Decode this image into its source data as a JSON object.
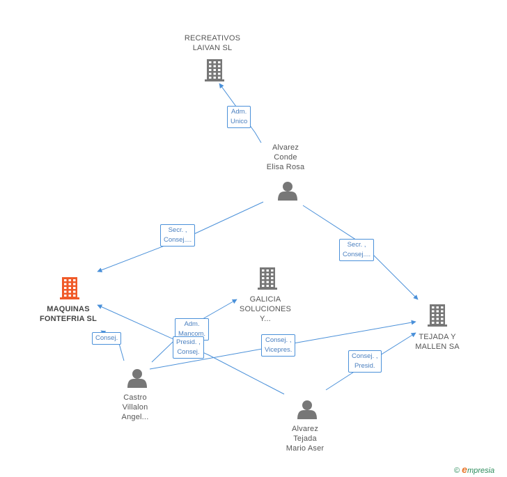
{
  "nodes": [
    {
      "id": "recreativos",
      "lines": [
        "RECREATIVOS",
        "LAIVAN SL"
      ],
      "kind": "company"
    },
    {
      "id": "alvarez_conde",
      "lines": [
        "Alvarez",
        "Conde",
        "Elisa Rosa"
      ],
      "kind": "person"
    },
    {
      "id": "maquinas",
      "lines": [
        "MAQUINAS",
        "FONTEFRIA SL"
      ],
      "kind": "company-main"
    },
    {
      "id": "galicia",
      "lines": [
        "GALICIA",
        "SOLUCIONES",
        "Y..."
      ],
      "kind": "company"
    },
    {
      "id": "tejada",
      "lines": [
        "TEJADA Y",
        "MALLEN SA"
      ],
      "kind": "company"
    },
    {
      "id": "castro",
      "lines": [
        "Castro",
        "Villalon",
        "Angel..."
      ],
      "kind": "person"
    },
    {
      "id": "alvarez_tejada",
      "lines": [
        "Alvarez",
        "Tejada",
        "Mario Aser"
      ],
      "kind": "person"
    }
  ],
  "edges": [
    {
      "id": "e1",
      "from": "alvarez_conde",
      "to": "recreativos",
      "label": [
        "Adm.",
        "Unico"
      ]
    },
    {
      "id": "e2",
      "from": "alvarez_conde",
      "to": "maquinas",
      "label": [
        "Secr. ,",
        "Consej...."
      ]
    },
    {
      "id": "e3",
      "from": "alvarez_conde",
      "to": "tejada",
      "label": [
        "Secr. ,",
        "Consej...."
      ]
    },
    {
      "id": "e4",
      "from": "castro",
      "to": "maquinas",
      "label": [
        "Consej."
      ]
    },
    {
      "id": "e5",
      "from": "castro",
      "to": "galicia",
      "label": [
        "Adm.",
        "Mancom."
      ]
    },
    {
      "id": "e6",
      "from": "castro",
      "to": "tejada",
      "label": [
        "Consej. ,",
        "Vicepres."
      ]
    },
    {
      "id": "e7",
      "from": "alvarez_tejada",
      "to": "maquinas",
      "label": [
        "Presid. ,",
        "Consej."
      ]
    },
    {
      "id": "e8",
      "from": "alvarez_tejada",
      "to": "tejada",
      "label": [
        "Consej. ,",
        "Presid."
      ]
    }
  ],
  "colors": {
    "edge": "#4a90d9",
    "company_icon": "#777777",
    "main_company_icon": "#f05a28",
    "person_icon": "#777777"
  },
  "brand": {
    "copyright": "©",
    "name": "mpresia",
    "initial": "e"
  }
}
